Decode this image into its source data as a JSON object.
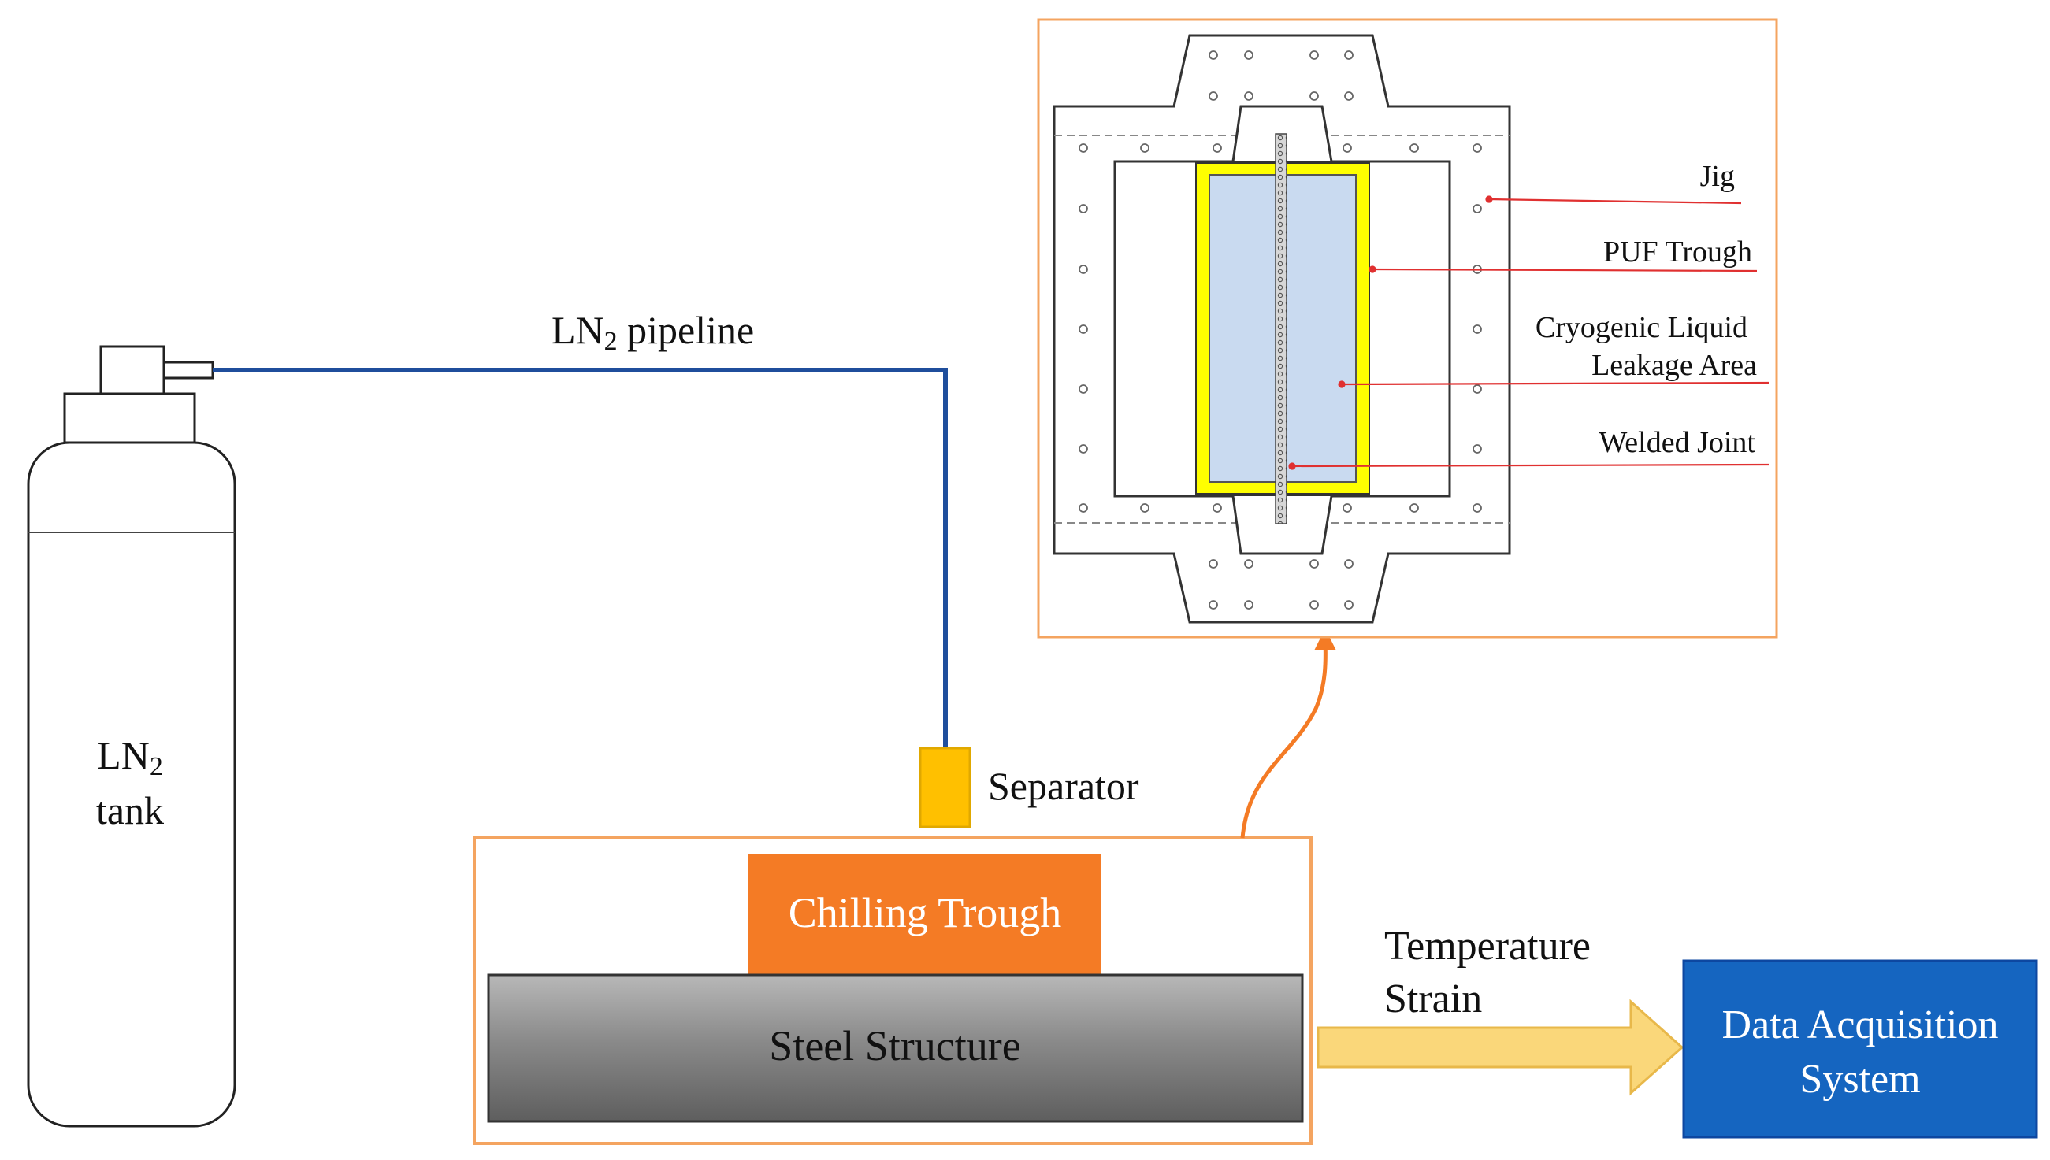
{
  "labels": {
    "pipeline_main": "LN",
    "pipeline_sub": "2",
    "pipeline_rest": " pipeline",
    "tank_main": "LN",
    "tank_sub": "2",
    "tank_word": "tank",
    "separator": "Separator",
    "chilling_trough": "Chilling Trough",
    "steel_structure": "Steel Structure",
    "temperature": "Temperature",
    "strain": "Strain",
    "daq_line1": "Data Acquisition",
    "daq_line2": "System"
  },
  "detail_callouts": {
    "jig": "Jig",
    "puf_trough": "PUF Trough",
    "leakage_line1": "Cryogenic Liquid",
    "leakage_line2": "Leakage Area",
    "welded_joint": "Welded Joint"
  },
  "colors": {
    "pipeline": "#1f4e9c",
    "separator": "#ffc000",
    "separator_border": "#e0a800",
    "chilling_trough": "#f47b25",
    "orange_outline": "#f4a460",
    "steel_dark": "#6b6b6b",
    "steel_light": "#b5b5b5",
    "arrow_fill": "#fad77a",
    "arrow_border": "#e8b84a",
    "daq_box": "#1565c0",
    "puf_yellow": "#ffff00",
    "leakage_blue": "#c9daf0",
    "callout_red": "#e03030"
  }
}
